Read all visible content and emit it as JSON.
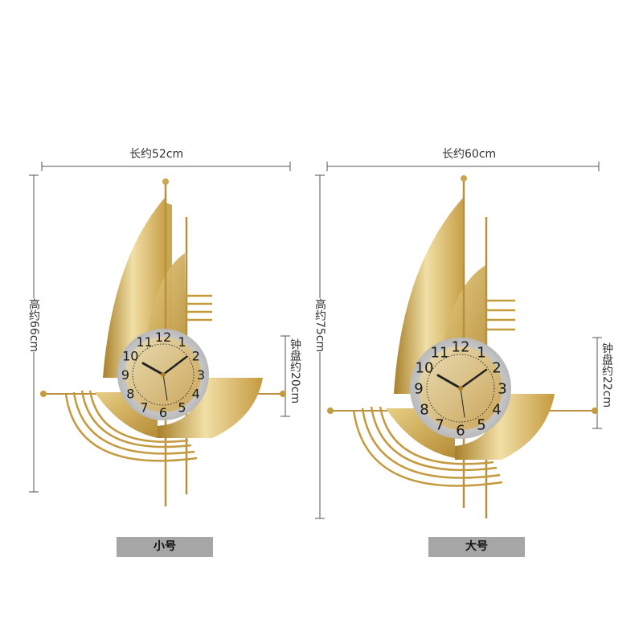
{
  "colors": {
    "gold_light": "#f1dfa6",
    "gold_mid": "#d7b45a",
    "gold_dark": "#a8802a",
    "dial_silver": "#d9d9d9",
    "badge_gray": "#a6a6a6",
    "line_gray": "#555555"
  },
  "products": [
    {
      "width_label": "长约52cm",
      "height_label": "高约66cm",
      "dial_label": "钟盘约20cm",
      "size_label": "小号",
      "dial_numerals": [
        "12",
        "1",
        "2",
        "3",
        "4",
        "5",
        "6",
        "7",
        "8",
        "9",
        "10",
        "11"
      ]
    },
    {
      "width_label": "长约60cm",
      "height_label": "高约75cm",
      "dial_label": "钟盘约22cm",
      "size_label": "大号",
      "dial_numerals": [
        "12",
        "1",
        "2",
        "3",
        "4",
        "5",
        "6",
        "7",
        "8",
        "9",
        "10",
        "11"
      ]
    }
  ]
}
